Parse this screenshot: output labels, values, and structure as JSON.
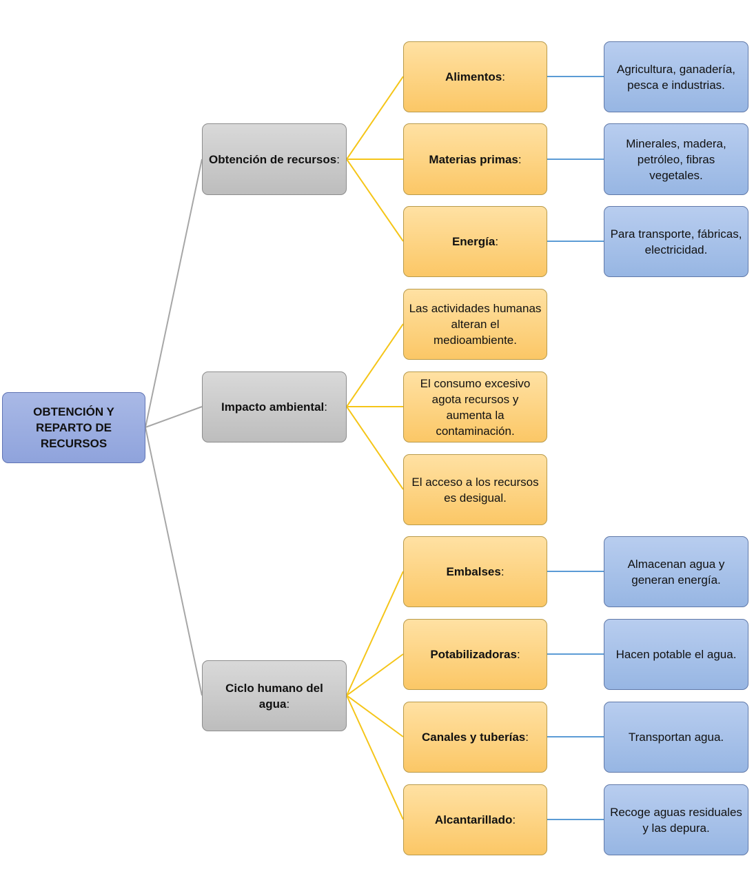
{
  "root": {
    "label": "OBTENCIÓN Y REPARTO DE RECURSOS"
  },
  "categories": [
    {
      "label": "Obtención de recursos",
      "suffix": ":",
      "items": [
        {
          "label": "Alimentos",
          "suffix": ":",
          "detail": "Agricultura, ganadería, pesca e industrias."
        },
        {
          "label": "Materias primas",
          "suffix": ":",
          "detail": "Minerales, madera, petróleo, fibras vegetales."
        },
        {
          "label": "Energía",
          "suffix": ":",
          "detail": "Para transporte, fábricas, electricidad."
        }
      ]
    },
    {
      "label": "Impacto ambiental",
      "suffix": ":",
      "items": [
        {
          "text": "Las actividades humanas alteran el medioambiente."
        },
        {
          "text": "El consumo excesivo agota recursos y aumenta la contaminación."
        },
        {
          "text": "El acceso a los recursos es desigual."
        }
      ]
    },
    {
      "label": "Ciclo humano del agua",
      "suffix": ":",
      "items": [
        {
          "label": "Embalses",
          "suffix": ":",
          "detail": "Almacenan agua y generan energía."
        },
        {
          "label": "Potabilizadoras",
          "suffix": ":",
          "detail": "Hacen potable el agua."
        },
        {
          "label": "Canales y tuberías",
          "suffix": ":",
          "detail": "Transportan agua."
        },
        {
          "label": "Alcantarillado",
          "suffix": ":",
          "detail": "Recoge aguas residuales y las depura."
        }
      ]
    }
  ],
  "colors": {
    "root_line": "#a6a6a6",
    "branch_line": "#f5c518",
    "leaf_line": "#5b9bd5"
  }
}
